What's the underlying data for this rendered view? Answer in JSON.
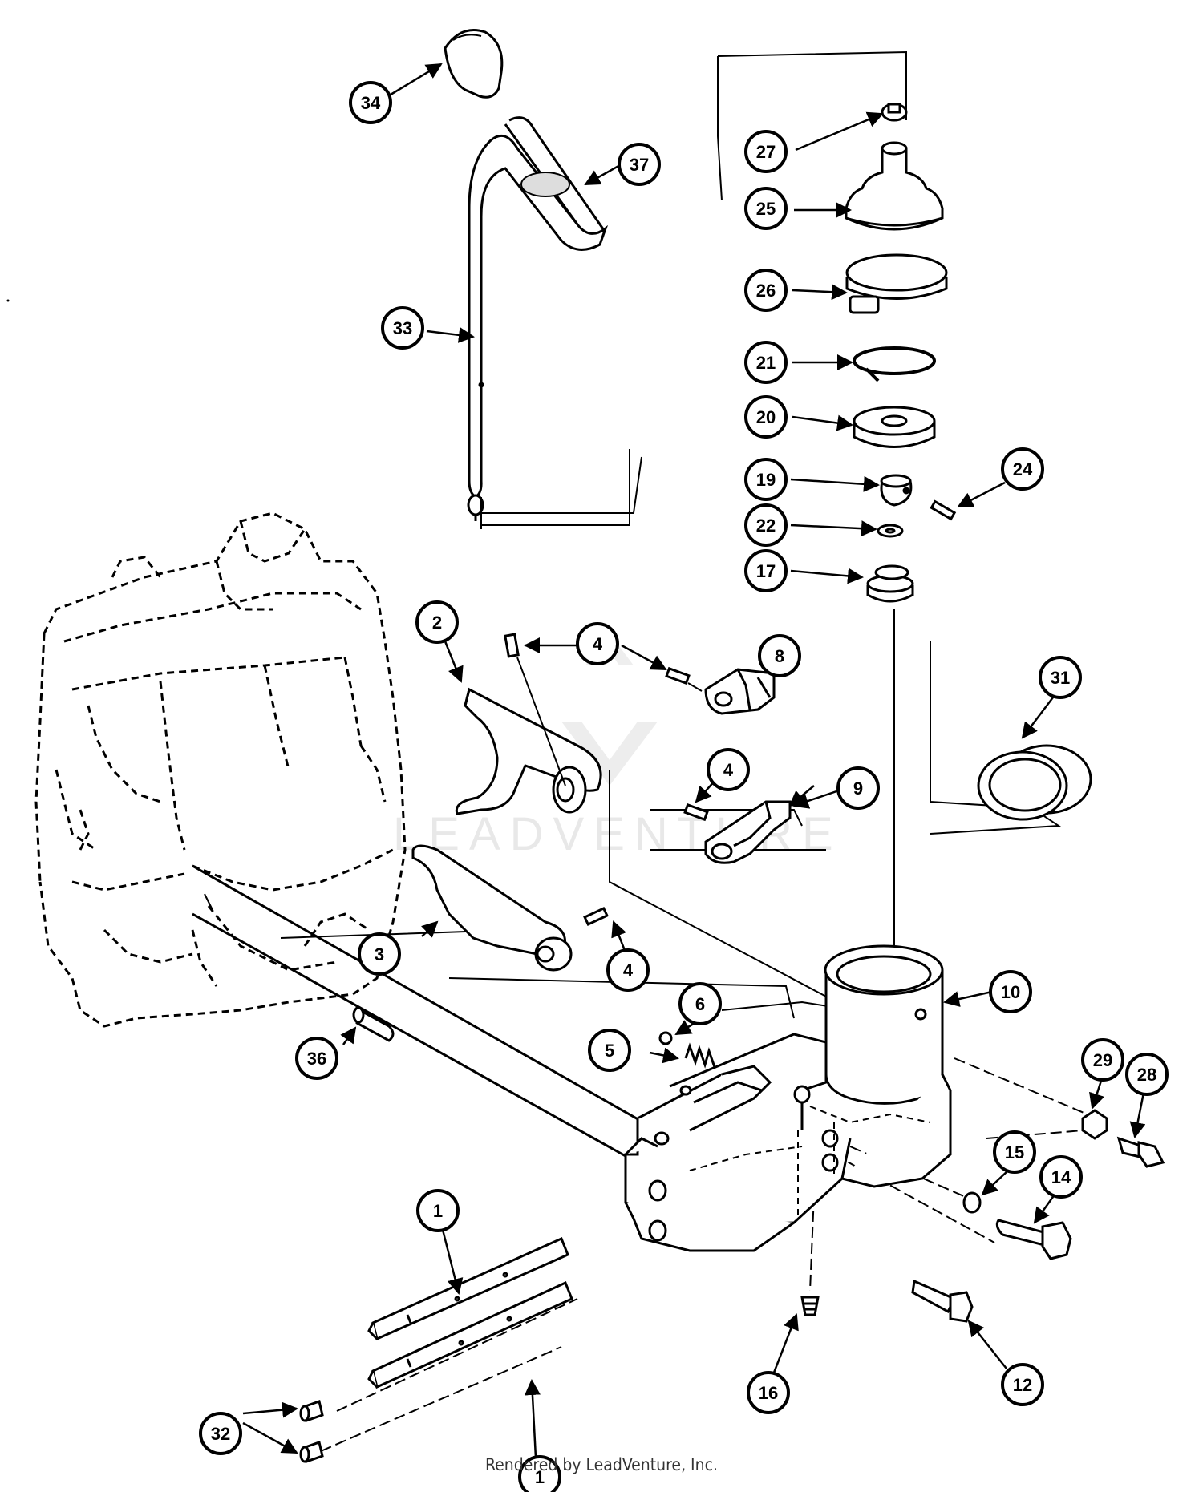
{
  "diagram": {
    "watermark": "LEADVENTURE",
    "footer": "Rendered by LeadVenture, Inc.",
    "callouts": [
      {
        "id": "34",
        "label": "34"
      },
      {
        "id": "37",
        "label": "37"
      },
      {
        "id": "33",
        "label": "33"
      },
      {
        "id": "27",
        "label": "27"
      },
      {
        "id": "25",
        "label": "25"
      },
      {
        "id": "26",
        "label": "26"
      },
      {
        "id": "21",
        "label": "21"
      },
      {
        "id": "20",
        "label": "20"
      },
      {
        "id": "19",
        "label": "19"
      },
      {
        "id": "24",
        "label": "24"
      },
      {
        "id": "22",
        "label": "22"
      },
      {
        "id": "17",
        "label": "17"
      },
      {
        "id": "2",
        "label": "2"
      },
      {
        "id": "4a",
        "label": "4"
      },
      {
        "id": "8",
        "label": "8"
      },
      {
        "id": "31",
        "label": "31"
      },
      {
        "id": "4b",
        "label": "4"
      },
      {
        "id": "9",
        "label": "9"
      },
      {
        "id": "3",
        "label": "3"
      },
      {
        "id": "4c",
        "label": "4"
      },
      {
        "id": "6",
        "label": "6"
      },
      {
        "id": "10",
        "label": "10"
      },
      {
        "id": "36",
        "label": "36"
      },
      {
        "id": "5",
        "label": "5"
      },
      {
        "id": "29",
        "label": "29"
      },
      {
        "id": "28",
        "label": "28"
      },
      {
        "id": "15",
        "label": "15"
      },
      {
        "id": "14",
        "label": "14"
      },
      {
        "id": "1a",
        "label": "1"
      },
      {
        "id": "1b",
        "label": "1"
      },
      {
        "id": "16",
        "label": "16"
      },
      {
        "id": "12",
        "label": "12"
      },
      {
        "id": "32",
        "label": "32"
      }
    ]
  }
}
